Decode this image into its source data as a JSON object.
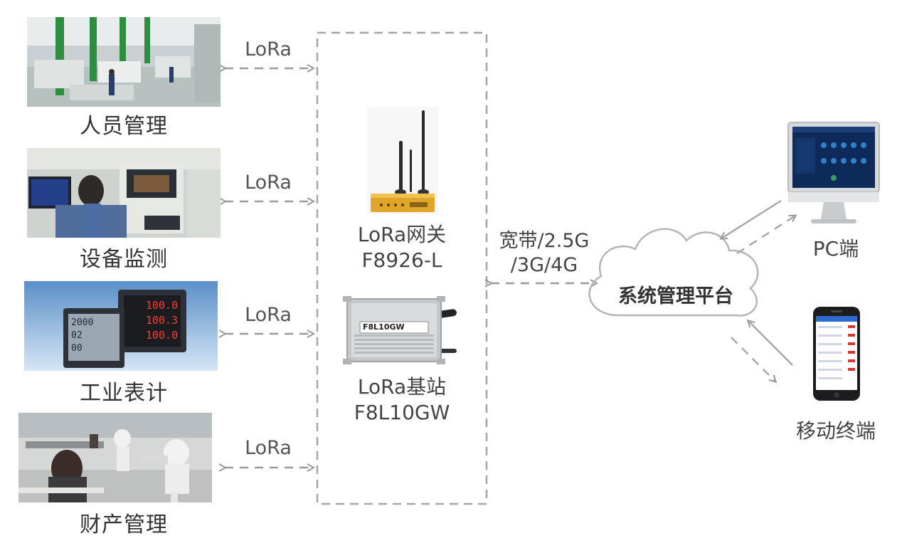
{
  "sources": [
    {
      "caption": "人员管理",
      "link": "LoRa"
    },
    {
      "caption": "设备监测",
      "link": "LoRa"
    },
    {
      "caption": "工业表计",
      "link": "LoRa"
    },
    {
      "caption": "财产管理",
      "link": "LoRa"
    }
  ],
  "meter_readings": [
    "100.0",
    "100.3",
    "100.0"
  ],
  "meter_small": [
    "2000",
    "02",
    "00"
  ],
  "gateways": [
    {
      "name": "LoRa网关",
      "model": "F8926-L"
    },
    {
      "name": "LoRa基站",
      "model": "F8L10GW"
    }
  ],
  "base_station_plate": "F8L10GW",
  "backhaul": {
    "line1": "宽带/2.5G",
    "line2": "/3G/4G"
  },
  "platform": "系统管理平台",
  "clients": [
    {
      "label": "PC端"
    },
    {
      "label": "移动终端"
    }
  ],
  "colors": {
    "dash": "#9a9a9a",
    "arrow": "#a8a8a8",
    "cloud": "#b5b5b5"
  }
}
